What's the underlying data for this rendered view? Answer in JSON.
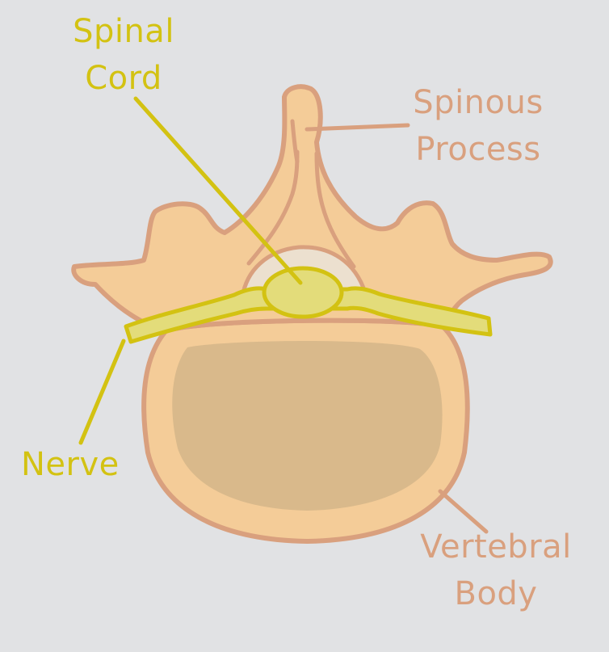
{
  "labels": {
    "spinal_cord": [
      "Spinal",
      "Cord"
    ],
    "spinous_process": [
      "Spinous",
      "Process"
    ],
    "nerve": [
      "Nerve"
    ],
    "vertebral_body": [
      "Vertebral",
      "Body"
    ]
  },
  "colors": {
    "background": "#e1e2e4",
    "bone_fill": "#f4cc98",
    "bone_outline": "#d9a07e",
    "body_inner": "#d9b98b",
    "nerve_fill": "#e3dc7a",
    "nerve_outline": "#d3c212",
    "yellow_label": "#d3c212",
    "tan_label": "#d9a07e"
  }
}
